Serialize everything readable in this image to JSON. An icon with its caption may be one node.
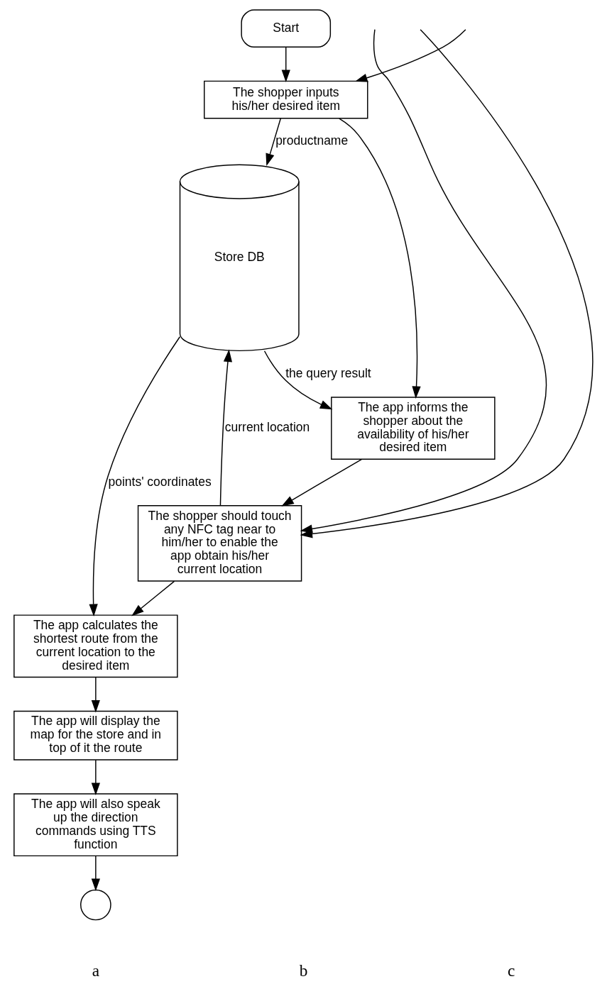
{
  "diagram": {
    "nodes": [
      {
        "text": [
          "Start"
        ]
      },
      {
        "text": [
          "Store DB"
        ]
      },
      {
        "text": [
          "The shopper inputs his/her desired item"
        ]
      },
      {
        "text": [
          "The app informs the shopper about the availability of his/her desired item"
        ]
      },
      {
        "text": [
          "The shopper should touch any NFC tag near to him/her to enable the app obtain his/her current location"
        ]
      },
      {
        "text": [
          "The app calculates the shortest route from the current location to the desired item"
        ]
      },
      {
        "text": [
          "The app will display the map for the store and in top of it the route"
        ]
      },
      {
        "text": [
          "The app will also speak up the direction commands using TTS function"
        ]
      },
      {
        "text": [],
        "shape": "circle"
      }
    ],
    "edges": [
      {
        "from": 0,
        "to": 2,
        "arrow": "to"
      },
      {
        "from": 2,
        "to": 1,
        "arrow": "to",
        "label": "productname"
      },
      {
        "from": 1,
        "to": 3,
        "arrow": "to",
        "label": "the query result"
      },
      {
        "from": 2,
        "to": 3,
        "arrow": "to"
      },
      {
        "from": 4,
        "to": 1,
        "arrow": "to",
        "label": "current location"
      },
      {
        "from": 3,
        "to": 4,
        "arrow": "to"
      },
      {
        "from": 1,
        "to": 5,
        "arrow": "to",
        "label": "points' coordinates"
      },
      {
        "from": 4,
        "to": 5,
        "arrow": "to"
      },
      {
        "from": 5,
        "to": 6,
        "arrow": "to"
      },
      {
        "from": 6,
        "to": 7,
        "arrow": "to"
      },
      {
        "from": 7,
        "to": 8,
        "arrow": "to"
      },
      {
        "from": null,
        "to": 2,
        "arrow": "to"
      },
      {
        "from": null,
        "to": 4,
        "arrow": "to"
      },
      {
        "from": null,
        "to": 4,
        "arrow": "to"
      }
    ],
    "labels": [
      "a",
      "b",
      "c"
    ]
  }
}
